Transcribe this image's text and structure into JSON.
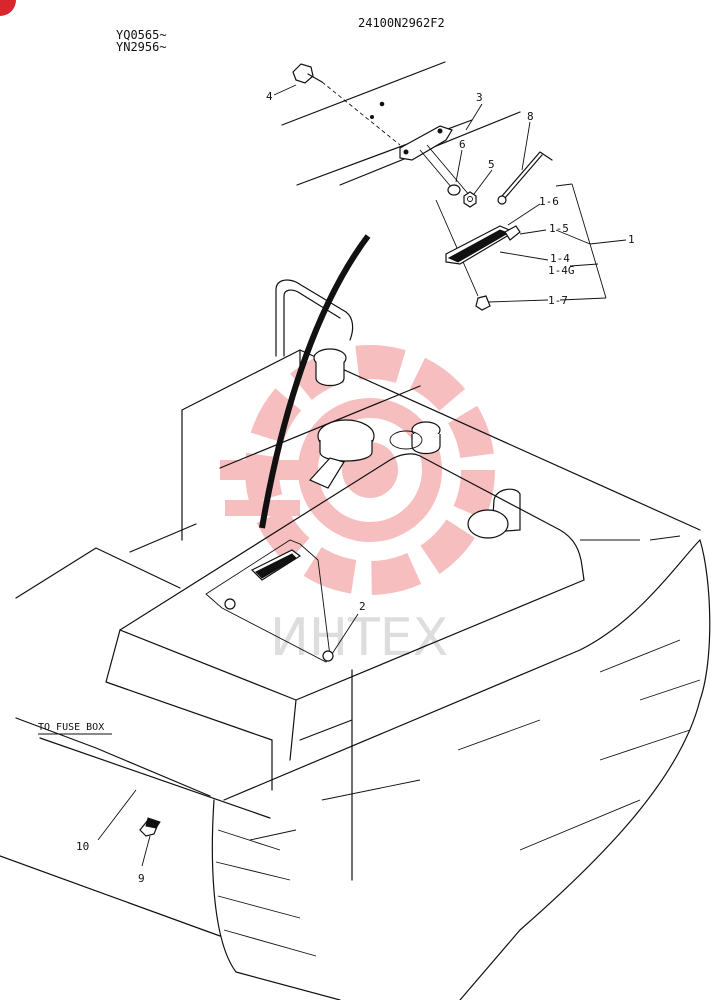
{
  "drawing": {
    "code": "24100N2962F2",
    "serial_ranges": [
      "YQ0565~",
      "YN2956~"
    ],
    "note": "TO FUSE BOX"
  },
  "callouts": [
    "1",
    "1-4",
    "1-4G",
    "1-5",
    "1-6",
    "1-7",
    "2",
    "3",
    "4",
    "5",
    "6",
    "8",
    "9",
    "10"
  ],
  "watermark": {
    "text": "ИНТЕХ",
    "color": "#f08a8a"
  },
  "corner_mark_color": "#d9262c"
}
